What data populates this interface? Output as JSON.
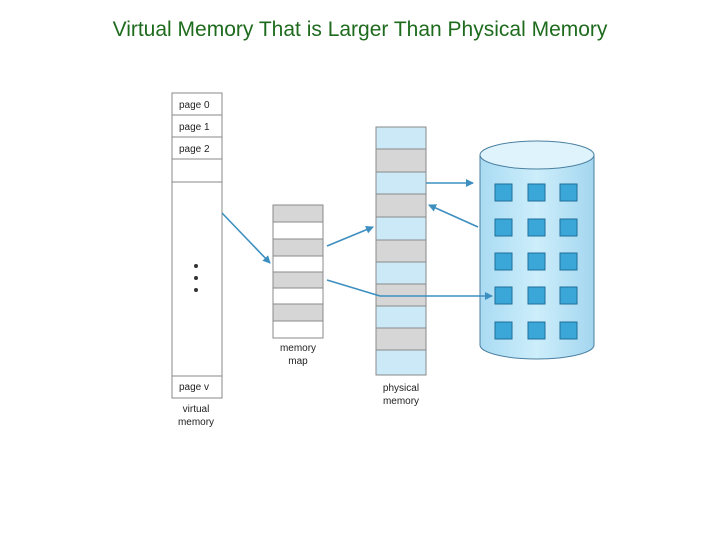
{
  "title": "Virtual Memory That is Larger Than Physical Memory",
  "virtual_memory": {
    "pages": [
      "page 0",
      "page 1",
      "page 2"
    ],
    "last_page": "page v",
    "caption_line1": "virtual",
    "caption_line2": "memory"
  },
  "memory_map": {
    "caption_line1": "memory",
    "caption_line2": "map"
  },
  "physical_memory": {
    "caption_line1": "physical",
    "caption_line2": "memory"
  },
  "colors": {
    "title": "#1e6b1e",
    "light_blue": "#cce9f7",
    "gray": "#d6d6d6",
    "arrow": "#3d8fc0",
    "disk_body": "#b8e2f5",
    "disk_square": "#3aa7d8"
  }
}
